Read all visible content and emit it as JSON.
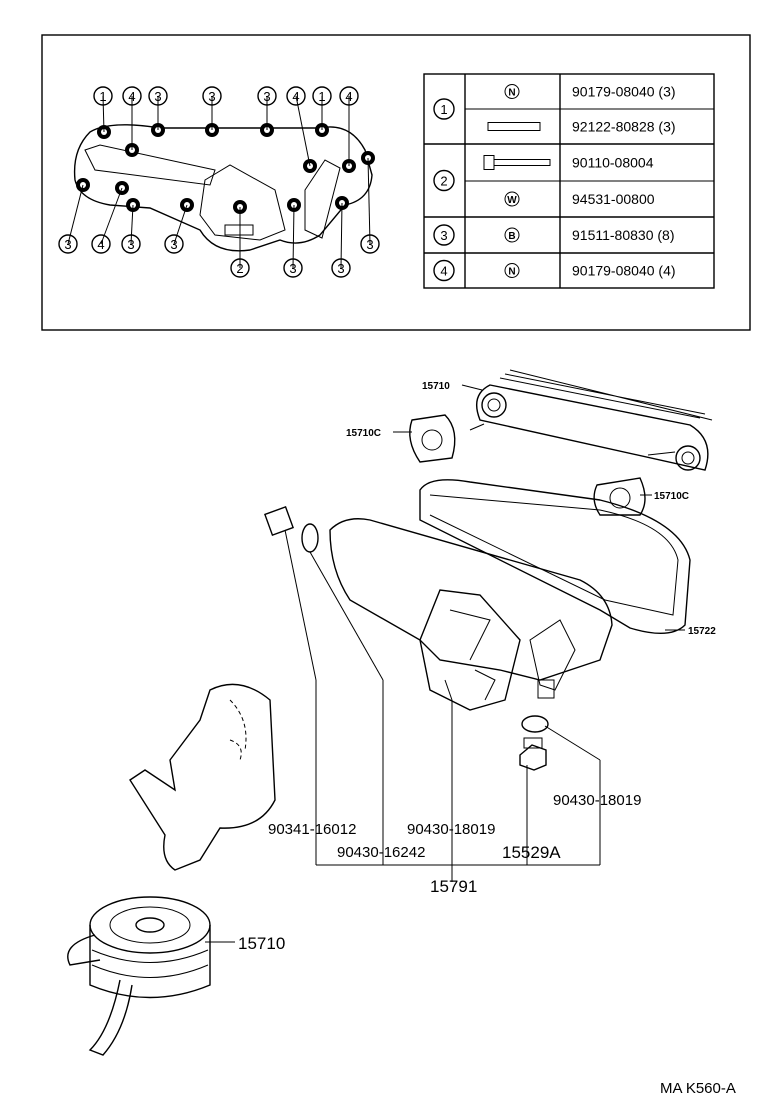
{
  "inset": {
    "callouts_top": [
      "1",
      "4",
      "3",
      "3",
      "3",
      "4",
      "1",
      "4"
    ],
    "callouts_bottom": [
      "3",
      "4",
      "3",
      "3",
      "2",
      "3",
      "3",
      "3"
    ]
  },
  "table": {
    "rows": [
      {
        "group": "1",
        "symbol": "N",
        "part": "90179-08040 (3)"
      },
      {
        "group": "",
        "symbol": "stud",
        "part": "92122-80828 (3)"
      },
      {
        "group": "2",
        "symbol": "bolt",
        "part": "90110-08004"
      },
      {
        "group": "",
        "symbol": "W",
        "part": "94531-00800"
      },
      {
        "group": "3",
        "symbol": "B",
        "part": "91511-80830 (8)"
      },
      {
        "group": "4",
        "symbol": "N",
        "part": "90179-08040 (4)"
      }
    ]
  },
  "labels": {
    "cooler_element": "15710",
    "gasket_left": "15710C",
    "gasket_right": "15710C",
    "cover_gasket": "15722",
    "plug": "90341-16012",
    "gasket_16242": "90430-16242",
    "gasket_18019_mid": "90430-18019",
    "gasket_18019_right": "90430-18019",
    "drain_plug": "15529A",
    "assembly": "15791",
    "cooler_bottom": "15710",
    "figure_code": "MA K560-A"
  }
}
